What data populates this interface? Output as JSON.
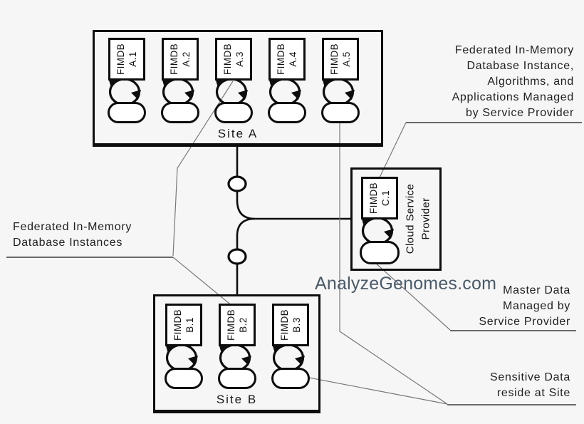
{
  "watermark": "AnalyzeGenomes.com",
  "site_a": {
    "label": "Site A",
    "instances": [
      {
        "db": "FIMDB",
        "id": "A.1"
      },
      {
        "db": "FIMDB",
        "id": "A.2"
      },
      {
        "db": "FIMDB",
        "id": "A.3"
      },
      {
        "db": "FIMDB",
        "id": "A.4"
      },
      {
        "db": "FIMDB",
        "id": "A.5"
      }
    ]
  },
  "site_b": {
    "label": "Site B",
    "instances": [
      {
        "db": "FIMDB",
        "id": "B.1"
      },
      {
        "db": "FIMDB",
        "id": "B.2"
      },
      {
        "db": "FIMDB",
        "id": "B.3"
      }
    ]
  },
  "cloud_provider": {
    "label_line1": "Cloud Service",
    "label_line2": "Provider",
    "instance": {
      "db": "FIMDB",
      "id": "C.1"
    }
  },
  "annotations": {
    "managed_by_provider": {
      "lines": [
        "Federated In-Memory",
        "Database Instance,",
        "Algorithms, and",
        "Applications Managed",
        "by Service Provider"
      ]
    },
    "fimdb_instances": {
      "lines": [
        "Federated In-Memory",
        "Database Instances"
      ]
    },
    "master_data": {
      "lines": [
        "Master Data",
        "Managed by",
        "Service Provider"
      ]
    },
    "sensitive_data": {
      "lines": [
        "Sensitive Data",
        "reside at Site"
      ]
    }
  },
  "colors": {
    "background": "#f5f6f5",
    "stroke": "#0d0d0d",
    "leader_line": "#787878",
    "underline": "#3a3a3a",
    "watermark": "#4b5a68"
  }
}
